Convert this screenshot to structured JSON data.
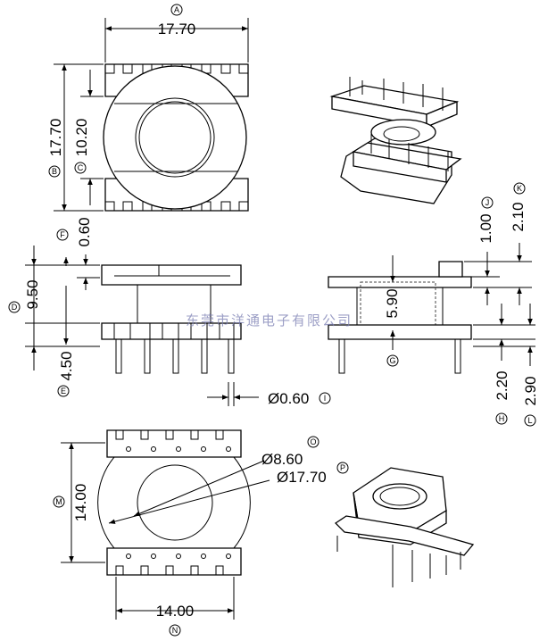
{
  "dimensions": {
    "a": {
      "value": "17.70",
      "marker": "A"
    },
    "b": {
      "value": "17.70",
      "marker": "B"
    },
    "c": {
      "value": "10.20",
      "marker": "C"
    },
    "d": {
      "value": "9.50",
      "marker": "D"
    },
    "e": {
      "value": "4.50",
      "marker": "E"
    },
    "f": {
      "value": "0.60",
      "marker": "F"
    },
    "g": {
      "value": "5.90",
      "marker": "G"
    },
    "h": {
      "value": "2.20",
      "marker": "H"
    },
    "i": {
      "value": "Ø0.60",
      "marker": "I"
    },
    "j": {
      "value": "1.00",
      "marker": "J"
    },
    "k": {
      "value": "2.10",
      "marker": "K"
    },
    "l": {
      "value": "2.90",
      "marker": "L"
    },
    "m": {
      "value": "14.00",
      "marker": "M"
    },
    "n": {
      "value": "14.00",
      "marker": "N"
    },
    "o": {
      "value": "Ø8.60",
      "marker": "O"
    },
    "p": {
      "value": "Ø17.70",
      "marker": "P"
    }
  },
  "watermark": "东莞市洋通电子有限公司"
}
